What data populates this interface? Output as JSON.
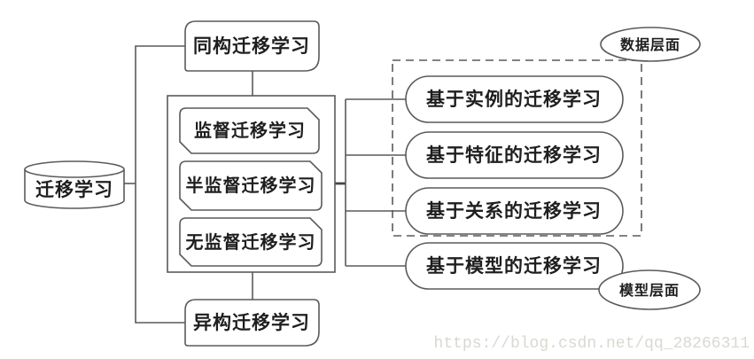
{
  "nodes": {
    "root": "迁移学习",
    "homogeneous": "同构迁移学习",
    "heterogeneous": "异构迁移学习",
    "supervised": "监督迁移学习",
    "semi_supervised": "半监督迁移学习",
    "unsupervised": "无监督迁移学习",
    "instance_based": "基于实例的迁移学习",
    "feature_based": "基于特征的迁移学习",
    "relation_based": "基于关系的迁移学习",
    "model_based": "基于模型的迁移学习"
  },
  "labels": {
    "data_level": "数据层面",
    "model_level": "模型层面"
  },
  "watermark": "https://blog.csdn.net/qq_28266311",
  "colors": {
    "background": "#ffffff",
    "stroke": "#5a5a5a",
    "text": "#1e1e1e",
    "watermark": "#d9d9d2"
  }
}
